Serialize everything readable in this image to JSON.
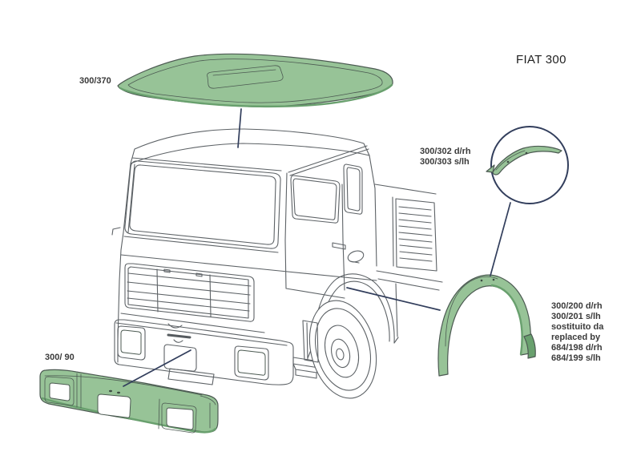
{
  "title": "FIAT 300",
  "colors": {
    "part_green": "#97c397",
    "part_green_dark": "#69a06e",
    "line": "#5d6266",
    "leader": "#323e5c",
    "text": "#2e2e2e",
    "background": "#ffffff"
  },
  "parts": {
    "roof": {
      "label": "300/370"
    },
    "drip_rail": {
      "labels": [
        "300/302 d/rh",
        "300/303 s/lh"
      ]
    },
    "wheel_arch": {
      "lines": [
        "300/200 d/rh",
        "300/201 s/lh",
        "sostituito da",
        "replaced by",
        "684/198 d/rh",
        "684/199 s/lh"
      ]
    },
    "bumper": {
      "label": "300/ 90"
    }
  }
}
